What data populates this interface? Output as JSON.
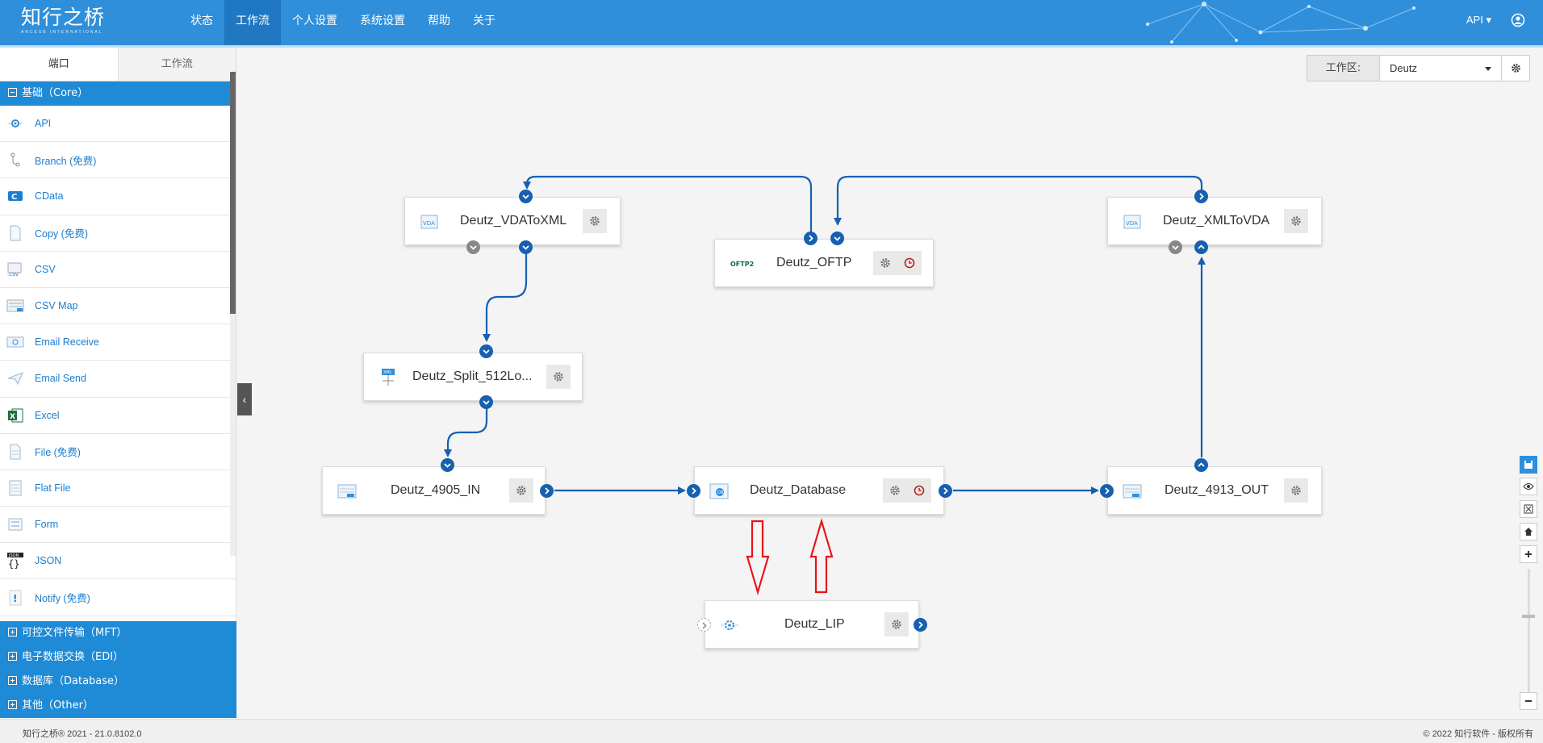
{
  "app": {
    "logo_text": "知行之桥",
    "logo_sub": "ARCESB INTERNATIONAL"
  },
  "nav": {
    "items": [
      "状态",
      "工作流",
      "个人设置",
      "系统设置",
      "帮助",
      "关于"
    ],
    "active": "工作流",
    "api_menu": "API"
  },
  "sidebar": {
    "tabs": [
      "端口",
      "工作流"
    ],
    "core_category": "基础（Core）",
    "ports": [
      {
        "label": "API",
        "icon": "api-gear-icon"
      },
      {
        "label": "Branch (免费)",
        "icon": "branch-icon"
      },
      {
        "label": "CData",
        "icon": "cdata-icon"
      },
      {
        "label": "Copy (免费)",
        "icon": "copy-icon"
      },
      {
        "label": "CSV",
        "icon": "csv-icon"
      },
      {
        "label": "CSV Map",
        "icon": "csv-map-icon"
      },
      {
        "label": "Email Receive",
        "icon": "email-receive-icon"
      },
      {
        "label": "Email Send",
        "icon": "email-send-icon"
      },
      {
        "label": "Excel",
        "icon": "excel-icon"
      },
      {
        "label": "File (免费)",
        "icon": "file-icon"
      },
      {
        "label": "Flat File",
        "icon": "flat-file-icon"
      },
      {
        "label": "Form",
        "icon": "form-icon"
      },
      {
        "label": "JSON",
        "icon": "json-icon"
      },
      {
        "label": "Notify (免费)",
        "icon": "notify-icon"
      }
    ],
    "other_categories": [
      "可控文件传输（MFT）",
      "电子数据交换（EDI）",
      "数据库（Database）",
      "其他（Other）"
    ]
  },
  "workspace": {
    "label": "工作区:",
    "selected": "Deutz"
  },
  "nodes": [
    {
      "id": "vdatoxml",
      "title": "Deutz_VDAToXML",
      "icon": "vda-file-icon"
    },
    {
      "id": "oftp",
      "title": "Deutz_OFTP",
      "icon": "oftp2-logo-icon"
    },
    {
      "id": "xmltovda",
      "title": "Deutz_XMLToVDA",
      "icon": "vda-file-icon"
    },
    {
      "id": "split",
      "title": "Deutz_Split_512Lo...",
      "icon": "xml-split-icon"
    },
    {
      "id": "in4905",
      "title": "Deutz_4905_IN",
      "icon": "edi-file-icon"
    },
    {
      "id": "database",
      "title": "Deutz_Database",
      "icon": "database-icon"
    },
    {
      "id": "out4913",
      "title": "Deutz_4913_OUT",
      "icon": "edi-file-icon"
    },
    {
      "id": "lip",
      "title": "Deutz_LIP",
      "icon": "api-gear-icon"
    }
  ],
  "colors": {
    "brand_blue": "#2f8fdb",
    "connector_blue": "#1760b0",
    "annotation_red": "#e8141b",
    "clock_red": "#b3261e"
  },
  "footer": {
    "left": "知行之桥® 2021 - 21.0.8102.0",
    "right": "© 2022 知行软件 - 版权所有"
  }
}
